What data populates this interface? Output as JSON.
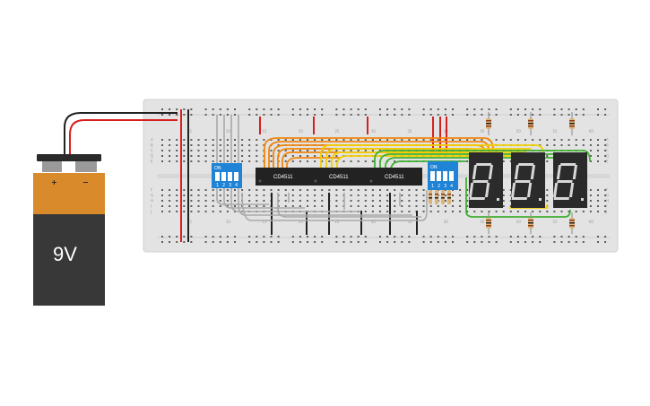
{
  "battery": {
    "label": "9V",
    "plus": "+",
    "minus": "−"
  },
  "chips": [
    {
      "label": "CD4511"
    },
    {
      "label": "CD4511"
    },
    {
      "label": "CD4511"
    }
  ],
  "dip_switches": [
    {
      "on_label": "ON",
      "numbers": [
        "1",
        "2",
        "3",
        "4"
      ]
    },
    {
      "on_label": "ON",
      "numbers": [
        "1",
        "2",
        "3",
        "4"
      ]
    }
  ],
  "breadboard": {
    "column_numbers_top": [
      "5",
      "10",
      "15",
      "20",
      "25",
      "30",
      "35",
      "40",
      "45",
      "50",
      "55",
      "60"
    ],
    "column_numbers_bottom": [
      "5",
      "10",
      "15",
      "20",
      "25",
      "30",
      "35",
      "40",
      "45",
      "50",
      "55",
      "60"
    ],
    "row_letters_left": [
      "A",
      "B",
      "C",
      "D",
      "E",
      "F",
      "G",
      "H",
      "I",
      "J"
    ],
    "row_letters_right": [
      "A",
      "B",
      "C",
      "D",
      "E",
      "F",
      "G",
      "H",
      "I",
      "J"
    ]
  },
  "seven_segment_displays": [
    {
      "digit": "8"
    },
    {
      "digit": "8"
    },
    {
      "digit": "8"
    }
  ],
  "colors": {
    "breadboard": "#e3e3e3",
    "chip": "#222222",
    "dip_switch": "#1f83d6",
    "display": "#2b2b2b",
    "wire_red": "#d62020",
    "wire_black": "#222222",
    "wire_gray": "#a9a9a9",
    "wire_orange": "#f0860e",
    "wire_yellow": "#f2d000",
    "wire_green": "#3fb030",
    "battery_top": "#d98a2b",
    "battery_body": "#383838"
  }
}
